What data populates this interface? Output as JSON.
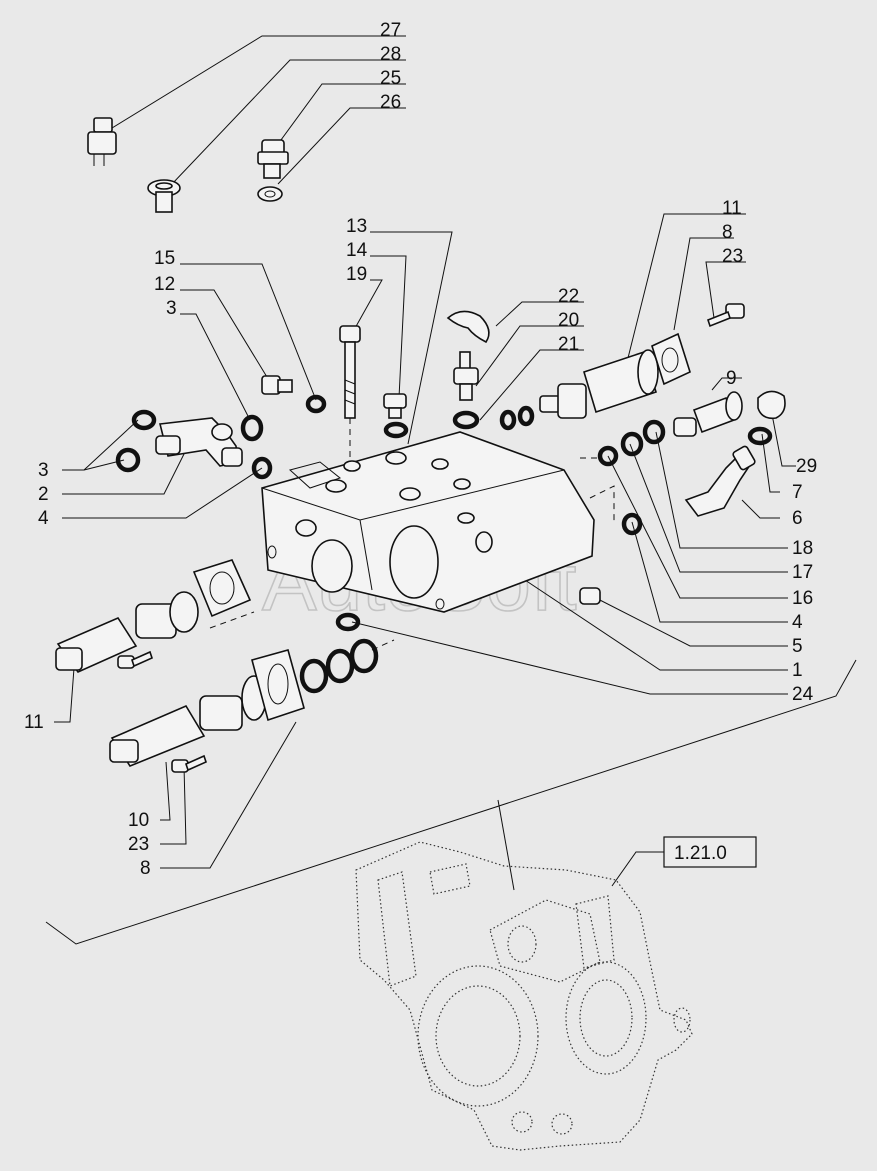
{
  "watermark": "AutoSoft",
  "reference": "1.21.0",
  "callouts": [
    {
      "id": "c27a",
      "text": "27"
    },
    {
      "id": "c28",
      "text": "28"
    },
    {
      "id": "c25",
      "text": "25"
    },
    {
      "id": "c26",
      "text": "26"
    },
    {
      "id": "c13",
      "text": "13"
    },
    {
      "id": "c14",
      "text": "14"
    },
    {
      "id": "c19",
      "text": "19"
    },
    {
      "id": "c15",
      "text": "15"
    },
    {
      "id": "c12",
      "text": "12"
    },
    {
      "id": "c3a",
      "text": "3"
    },
    {
      "id": "c11a",
      "text": "11"
    },
    {
      "id": "c8a",
      "text": "8"
    },
    {
      "id": "c23a",
      "text": "23"
    },
    {
      "id": "c22",
      "text": "22"
    },
    {
      "id": "c20",
      "text": "20"
    },
    {
      "id": "c21",
      "text": "21"
    },
    {
      "id": "c9",
      "text": "9"
    },
    {
      "id": "c29",
      "text": "29"
    },
    {
      "id": "c7",
      "text": "7"
    },
    {
      "id": "c6",
      "text": "6"
    },
    {
      "id": "c18",
      "text": "18"
    },
    {
      "id": "c17",
      "text": "17"
    },
    {
      "id": "c16",
      "text": "16"
    },
    {
      "id": "c4b",
      "text": "4"
    },
    {
      "id": "c5",
      "text": "5"
    },
    {
      "id": "c1",
      "text": "1"
    },
    {
      "id": "c24",
      "text": "24"
    },
    {
      "id": "c3b",
      "text": "3"
    },
    {
      "id": "c2",
      "text": "2"
    },
    {
      "id": "c4a",
      "text": "4"
    },
    {
      "id": "c11b",
      "text": "11"
    },
    {
      "id": "c10",
      "text": "10"
    },
    {
      "id": "c23b",
      "text": "23"
    },
    {
      "id": "c8b",
      "text": "8"
    }
  ]
}
